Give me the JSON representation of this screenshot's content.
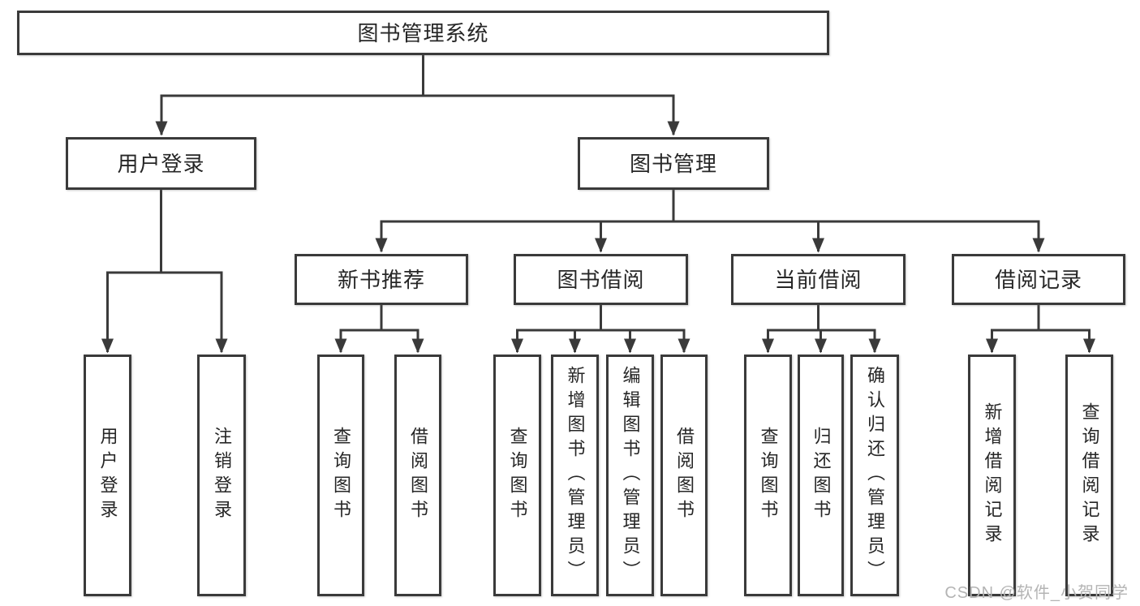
{
  "tree": {
    "label": "图书管理系统",
    "children": [
      {
        "label": "用户登录",
        "children": [
          {
            "label": "用户登录"
          },
          {
            "label": "注销登录"
          }
        ]
      },
      {
        "label": "图书管理",
        "children": [
          {
            "label": "新书推荐",
            "children": [
              {
                "label": "查询图书"
              },
              {
                "label": "借阅图书"
              }
            ]
          },
          {
            "label": "图书借阅",
            "children": [
              {
                "label": "查询图书"
              },
              {
                "label": "新增图书（管理员）"
              },
              {
                "label": "编辑图书（管理员）"
              },
              {
                "label": "借阅图书"
              }
            ]
          },
          {
            "label": "当前借阅",
            "children": [
              {
                "label": "查询图书"
              },
              {
                "label": "归还图书"
              },
              {
                "label": "确认归还（管理员）"
              }
            ]
          },
          {
            "label": "借阅记录",
            "children": [
              {
                "label": "新增借阅记录"
              },
              {
                "label": "查询借阅记录"
              }
            ]
          }
        ]
      }
    ]
  },
  "watermark": {
    "text": "CSDN @软件_小贺同学"
  },
  "colors": {
    "line": "#3a3a3a",
    "border": "#3a3a3a",
    "text": "#262626",
    "background": "#ffffff",
    "watermark": "#b4b4b4"
  }
}
